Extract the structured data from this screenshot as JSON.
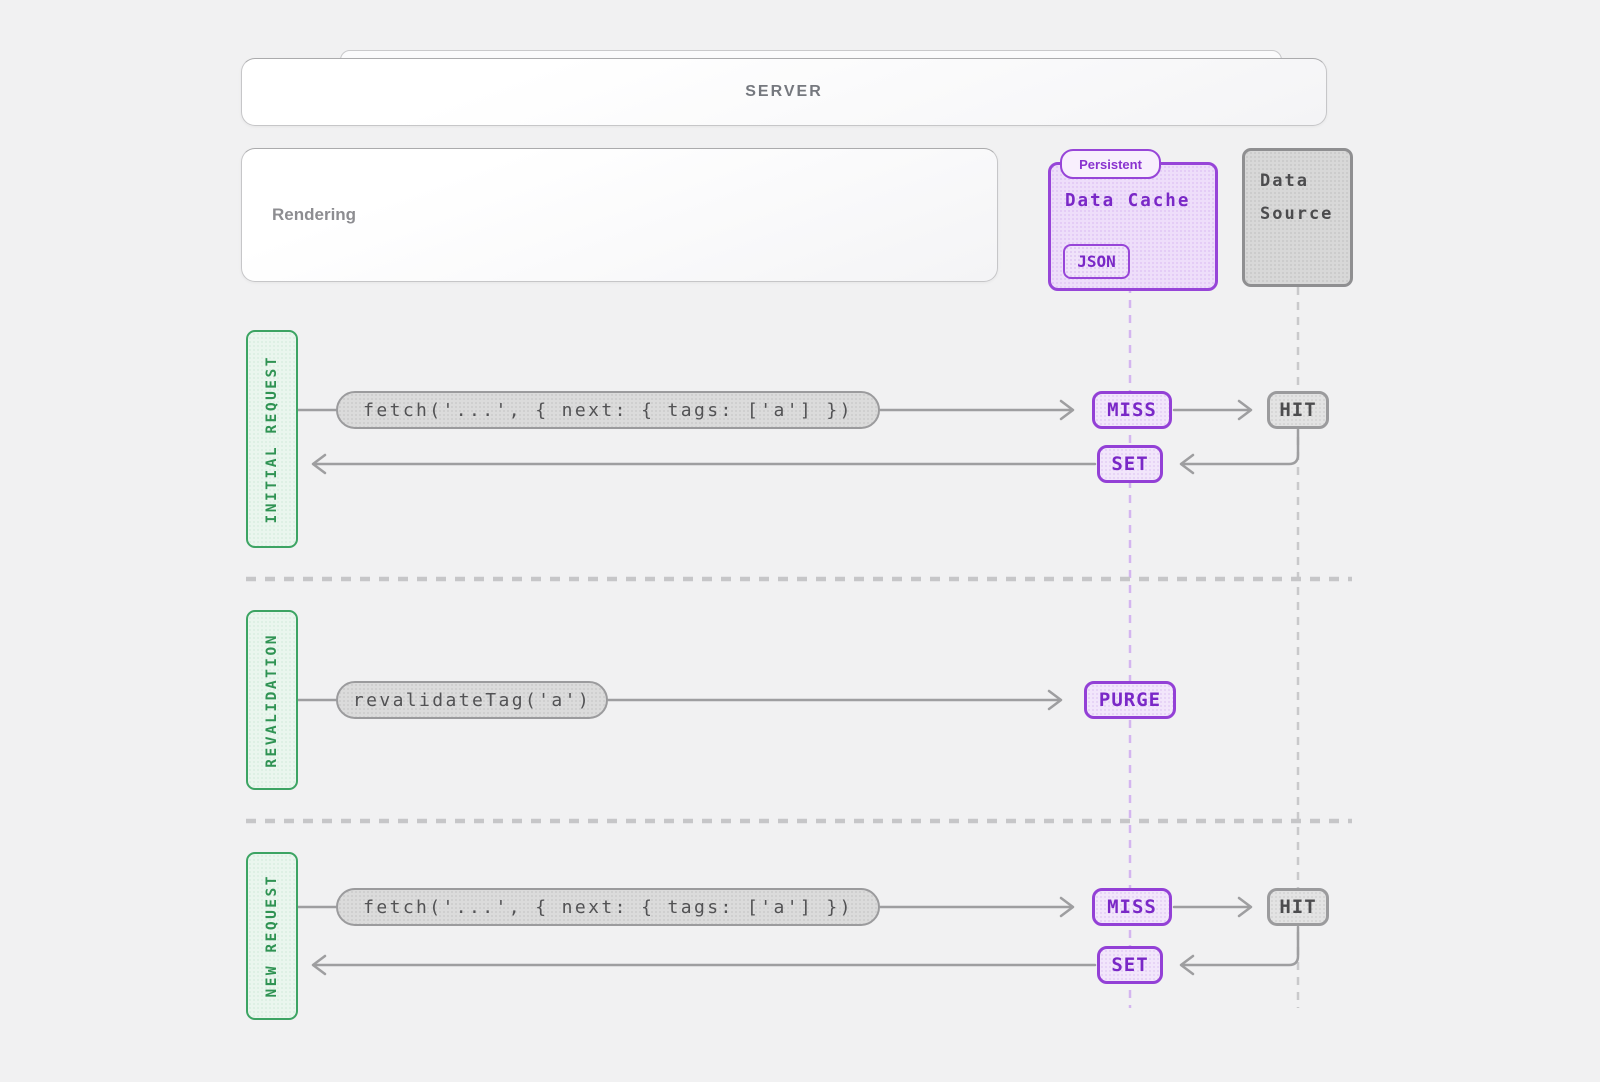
{
  "server": {
    "label": "SERVER"
  },
  "rendering": {
    "label": "Rendering"
  },
  "data_cache": {
    "tab_label": "Persistent",
    "title": "Data Cache",
    "format_badge": "JSON"
  },
  "data_source": {
    "title": "Data Source"
  },
  "sections": [
    {
      "label": "INITIAL REQUEST",
      "request_message": "fetch('...', { next: { tags: ['a'] })",
      "cache_result": "MISS",
      "source_result": "HIT",
      "response_action": "SET"
    },
    {
      "label": "REVALIDATION",
      "request_message": "revalidateTag('a')",
      "cache_result": "PURGE"
    },
    {
      "label": "NEW REQUEST",
      "request_message": "fetch('...', { next: { tags: ['a'] })",
      "cache_result": "MISS",
      "source_result": "HIT",
      "response_action": "SET"
    }
  ],
  "colors": {
    "background": "#f1f1f2",
    "purple_border": "#9745d8",
    "purple_text": "#7a28c7",
    "purple_fill": "#f2e6fb",
    "purple_lifeline": "#d4b5ef",
    "green_border": "#3ca463",
    "green_text": "#2f9353",
    "green_fill": "#eaf6ee",
    "gray_border": "#9b9b9d",
    "gray_text": "#4c4c4e",
    "gray_fill": "#dbdbdb",
    "arrow": "#9e9ea0",
    "separator": "#c6c6c8"
  }
}
